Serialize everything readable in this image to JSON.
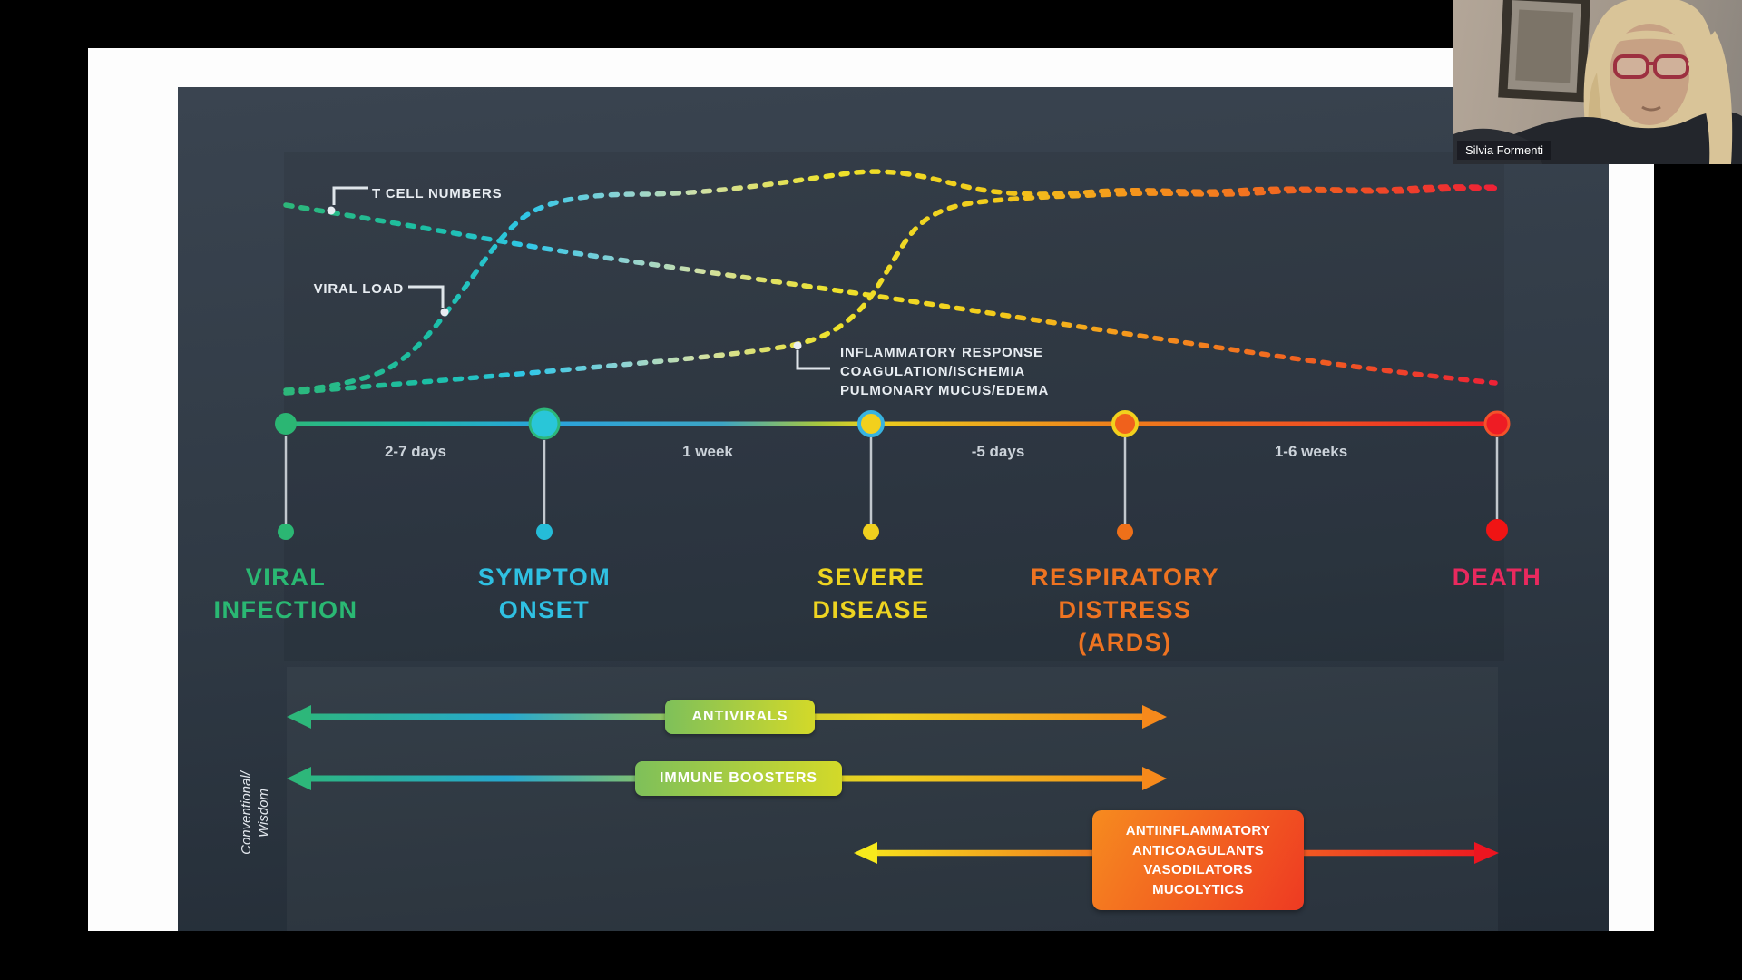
{
  "webcam": {
    "participant_name": "Silvia Formenti"
  },
  "diagram": {
    "curve_labels": {
      "t_cell": "T CELL NUMBERS",
      "viral_load": "VIRAL LOAD",
      "inflammatory": "INFLAMMATORY RESPONSE\nCOAGULATION/ISCHEMIA\nPULMONARY MUCUS/EDEMA"
    },
    "timeline": {
      "stages": [
        {
          "label": "VIRAL\nINFECTION",
          "color": "#2ab873"
        },
        {
          "label": "SYMPTOM\nONSET",
          "color": "#2fc0e2"
        },
        {
          "label": "SEVERE\nDISEASE",
          "color": "#eed421"
        },
        {
          "label": "RESPIRATORY\nDISTRESS\n(ARDS)",
          "color": "#ee7321"
        },
        {
          "label": "DEATH",
          "color": "#e9295e"
        }
      ],
      "intervals": [
        "2-7 days",
        "1 week",
        "-5 days",
        "1-6 weeks"
      ]
    },
    "wisdom_label": "Conventional/\nWisdom",
    "treatments": {
      "antivirals": "ANTIVIRALS",
      "immune_boosters": "IMMUNE BOOSTERS",
      "ards_drugs": "ANTIINFLAMMATORY\nANTICOAGULANTS\nVASODILATORS\nMUCOLYTICS"
    },
    "curves": [
      {
        "name": "T cell numbers",
        "trend": "declines steadily from viral infection to death"
      },
      {
        "name": "Viral load",
        "trend": "rises steeply after infection, plateaus high through death"
      },
      {
        "name": "Inflammatory response / coagulation / mucus",
        "trend": "low early, sigmoid rise around severe disease, stays high to death"
      }
    ]
  }
}
